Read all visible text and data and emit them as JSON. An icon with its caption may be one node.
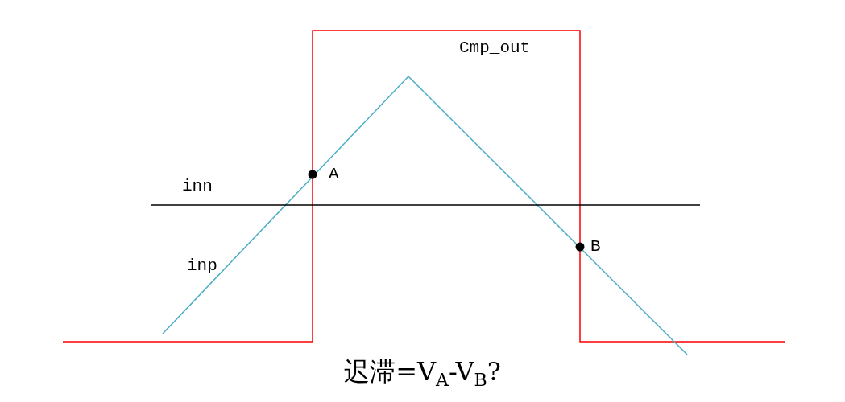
{
  "diagram": {
    "caption": "迟滞=V$_{A}$-V$_{B}$?",
    "labels": [
      "Cmp_out",
      "A",
      "inn",
      "B",
      "inp"
    ]
  }
}
